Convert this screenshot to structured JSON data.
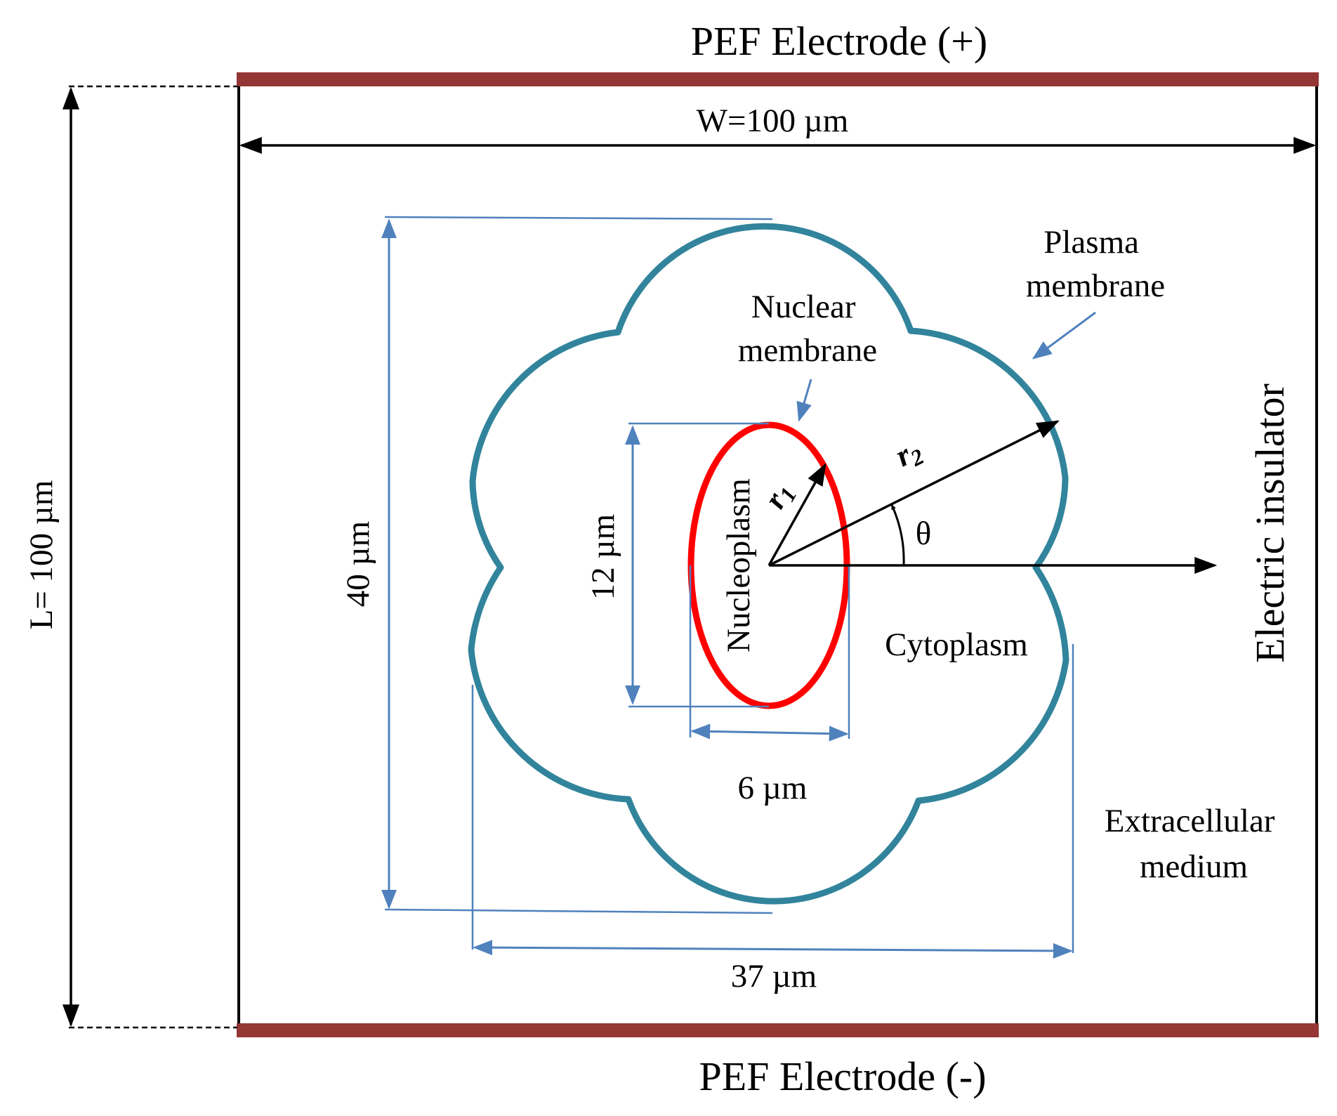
{
  "electrodes": {
    "top_label": "PEF Electrode (+)",
    "bottom_label": "PEF Electrode (-)",
    "color": "#943634"
  },
  "domain": {
    "width_label": "W=100 µm",
    "length_label": "L= 100 µm",
    "boundary_label": "Electric insulator",
    "medium_label": "Extracellular medium"
  },
  "cell": {
    "plasma_membrane_label": "Plasma membrane",
    "plasma_membrane_color": "#31849B",
    "nuclear_membrane_label": "Nuclear membrane",
    "nuclear_membrane_color": "#FF0000",
    "cytoplasm_label": "Cytoplasm",
    "nucleoplasm_label": "Nucleoplasm"
  },
  "dimensions": {
    "cell_height": "40 µm",
    "cell_width": "37 µm",
    "nucleus_height": "12 µm",
    "nucleus_width": "6 µm",
    "color": "#4F81BD"
  },
  "symbols": {
    "r1_base": "r",
    "r1_sub": "1",
    "r2_base": "r",
    "r2_sub": "2",
    "theta": "θ"
  }
}
